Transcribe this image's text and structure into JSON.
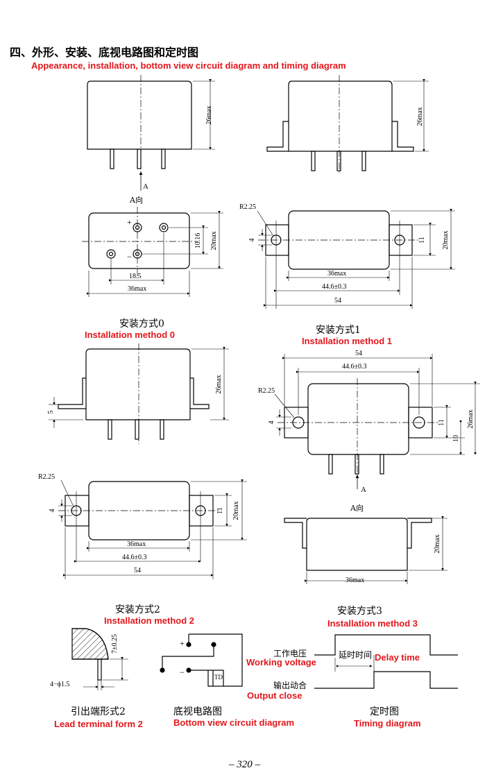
{
  "header": {
    "title_cn": "四、外形、安装、底视电路图和定时图",
    "title_en": "Appearance, installation, bottom view circuit diagram and timing diagram"
  },
  "dims": {
    "h26": "26max",
    "h20": "20max",
    "w36": "36max",
    "w18": "18.5",
    "w10": "10.16",
    "w44": "44.6±0.3",
    "w54": "54",
    "r": "R2.25",
    "d4": "4",
    "d11": "11",
    "d5": "5",
    "d10": "10",
    "pin_d": "4−ϕ1.5",
    "pin_len": "7±0.25"
  },
  "labels": {
    "arrow_a": "A",
    "view_a": "A向",
    "plus": "+",
    "minus": "−",
    "td": "TD"
  },
  "methods": {
    "m0_cn": "安装方式0",
    "m0_en": "Installation method 0",
    "m1_cn": "安装方式1",
    "m1_en": "Installation method 1",
    "m2_cn": "安装方式2",
    "m2_en": "Installation method 2",
    "m3_cn": "安装方式3",
    "m3_en": "Installation method 3"
  },
  "bottom": {
    "lead_cn": "引出端形式2",
    "lead_en": "Lead terminal form 2",
    "circuit_cn": "底视电路图",
    "circuit_en": "Bottom view circuit diagram",
    "timing_cn": "定时图",
    "timing_en": "Timing diagram",
    "work_cn": "工作电压",
    "work_en": "Working voltage",
    "delay_cn": "延时时间",
    "delay_en": "Delay time",
    "out_cn": "输出动合",
    "out_en": "Output close"
  },
  "page_number": "– 320 –"
}
